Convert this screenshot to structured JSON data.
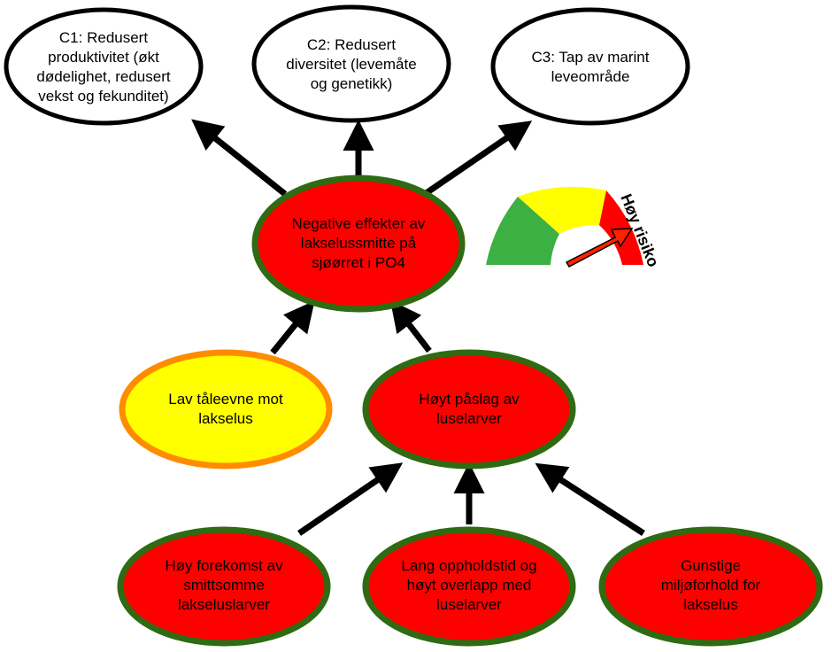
{
  "colors": {
    "red": "#ff0000",
    "yellow": "#ffff00",
    "green_border": "#2e6b12",
    "orange_border": "#ff8c00",
    "gauge_green": "#3cb043",
    "arrow": "#000000"
  },
  "consequences": [
    {
      "id": "c1",
      "text": "C1: Redusert produktivitet (økt dødelighet, redusert vekst og fekunditet)"
    },
    {
      "id": "c2",
      "text": "C2: Redusert diversitet (levemåte og genetikk)"
    },
    {
      "id": "c3",
      "text": "C3: Tap av marint leveområde"
    }
  ],
  "central": {
    "text": "Negative effekter av lakselussmitte på sjøørret i PO4",
    "status": "red"
  },
  "middle": [
    {
      "id": "tolerance",
      "text": "Lav tåleevne mot lakselus",
      "status": "yellow"
    },
    {
      "id": "infestation",
      "text": "Høyt påslag av luselarver",
      "status": "red"
    }
  ],
  "bottom": [
    {
      "id": "occurrence",
      "text": "Høy forekomst av smittsomme lakseluslarver",
      "status": "red"
    },
    {
      "id": "overlap",
      "text": "Lang oppholdstid og høyt overlapp med luselarver",
      "status": "red"
    },
    {
      "id": "environment",
      "text": "Gunstige miljøforhold for lakselus",
      "status": "red"
    }
  ],
  "gauge": {
    "label": "Høy risiko",
    "level": "high",
    "segments": [
      "green",
      "yellow",
      "red"
    ]
  }
}
